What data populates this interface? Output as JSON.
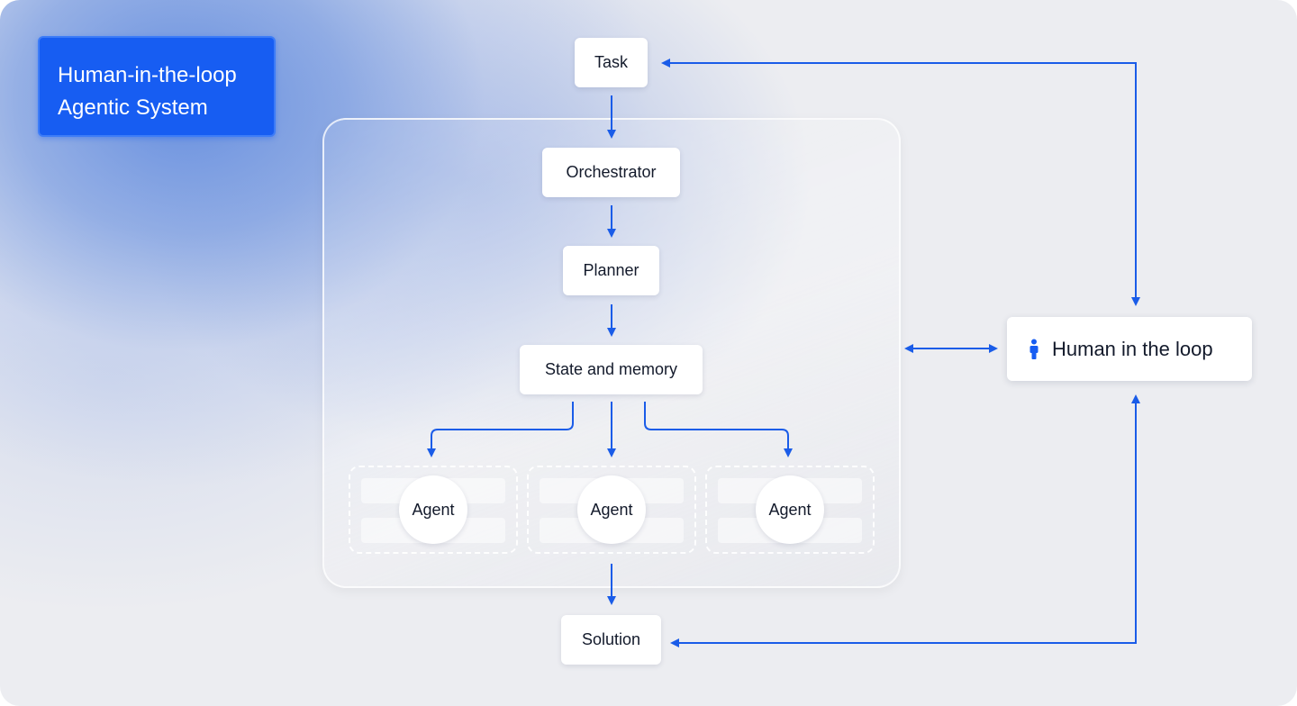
{
  "title": {
    "line1": "Human-in-the-loop",
    "line2": "Agentic System"
  },
  "nodes": {
    "task": "Task",
    "orchestrator": "Orchestrator",
    "planner": "Planner",
    "state_memory": "State and memory",
    "solution": "Solution"
  },
  "agents": [
    "Agent",
    "Agent",
    "Agent"
  ],
  "human": {
    "label": "Human in the loop",
    "icon": "person-icon"
  },
  "colors": {
    "accent": "#175df2",
    "arrow": "#1a5ce8",
    "background": "#ecedf1"
  }
}
